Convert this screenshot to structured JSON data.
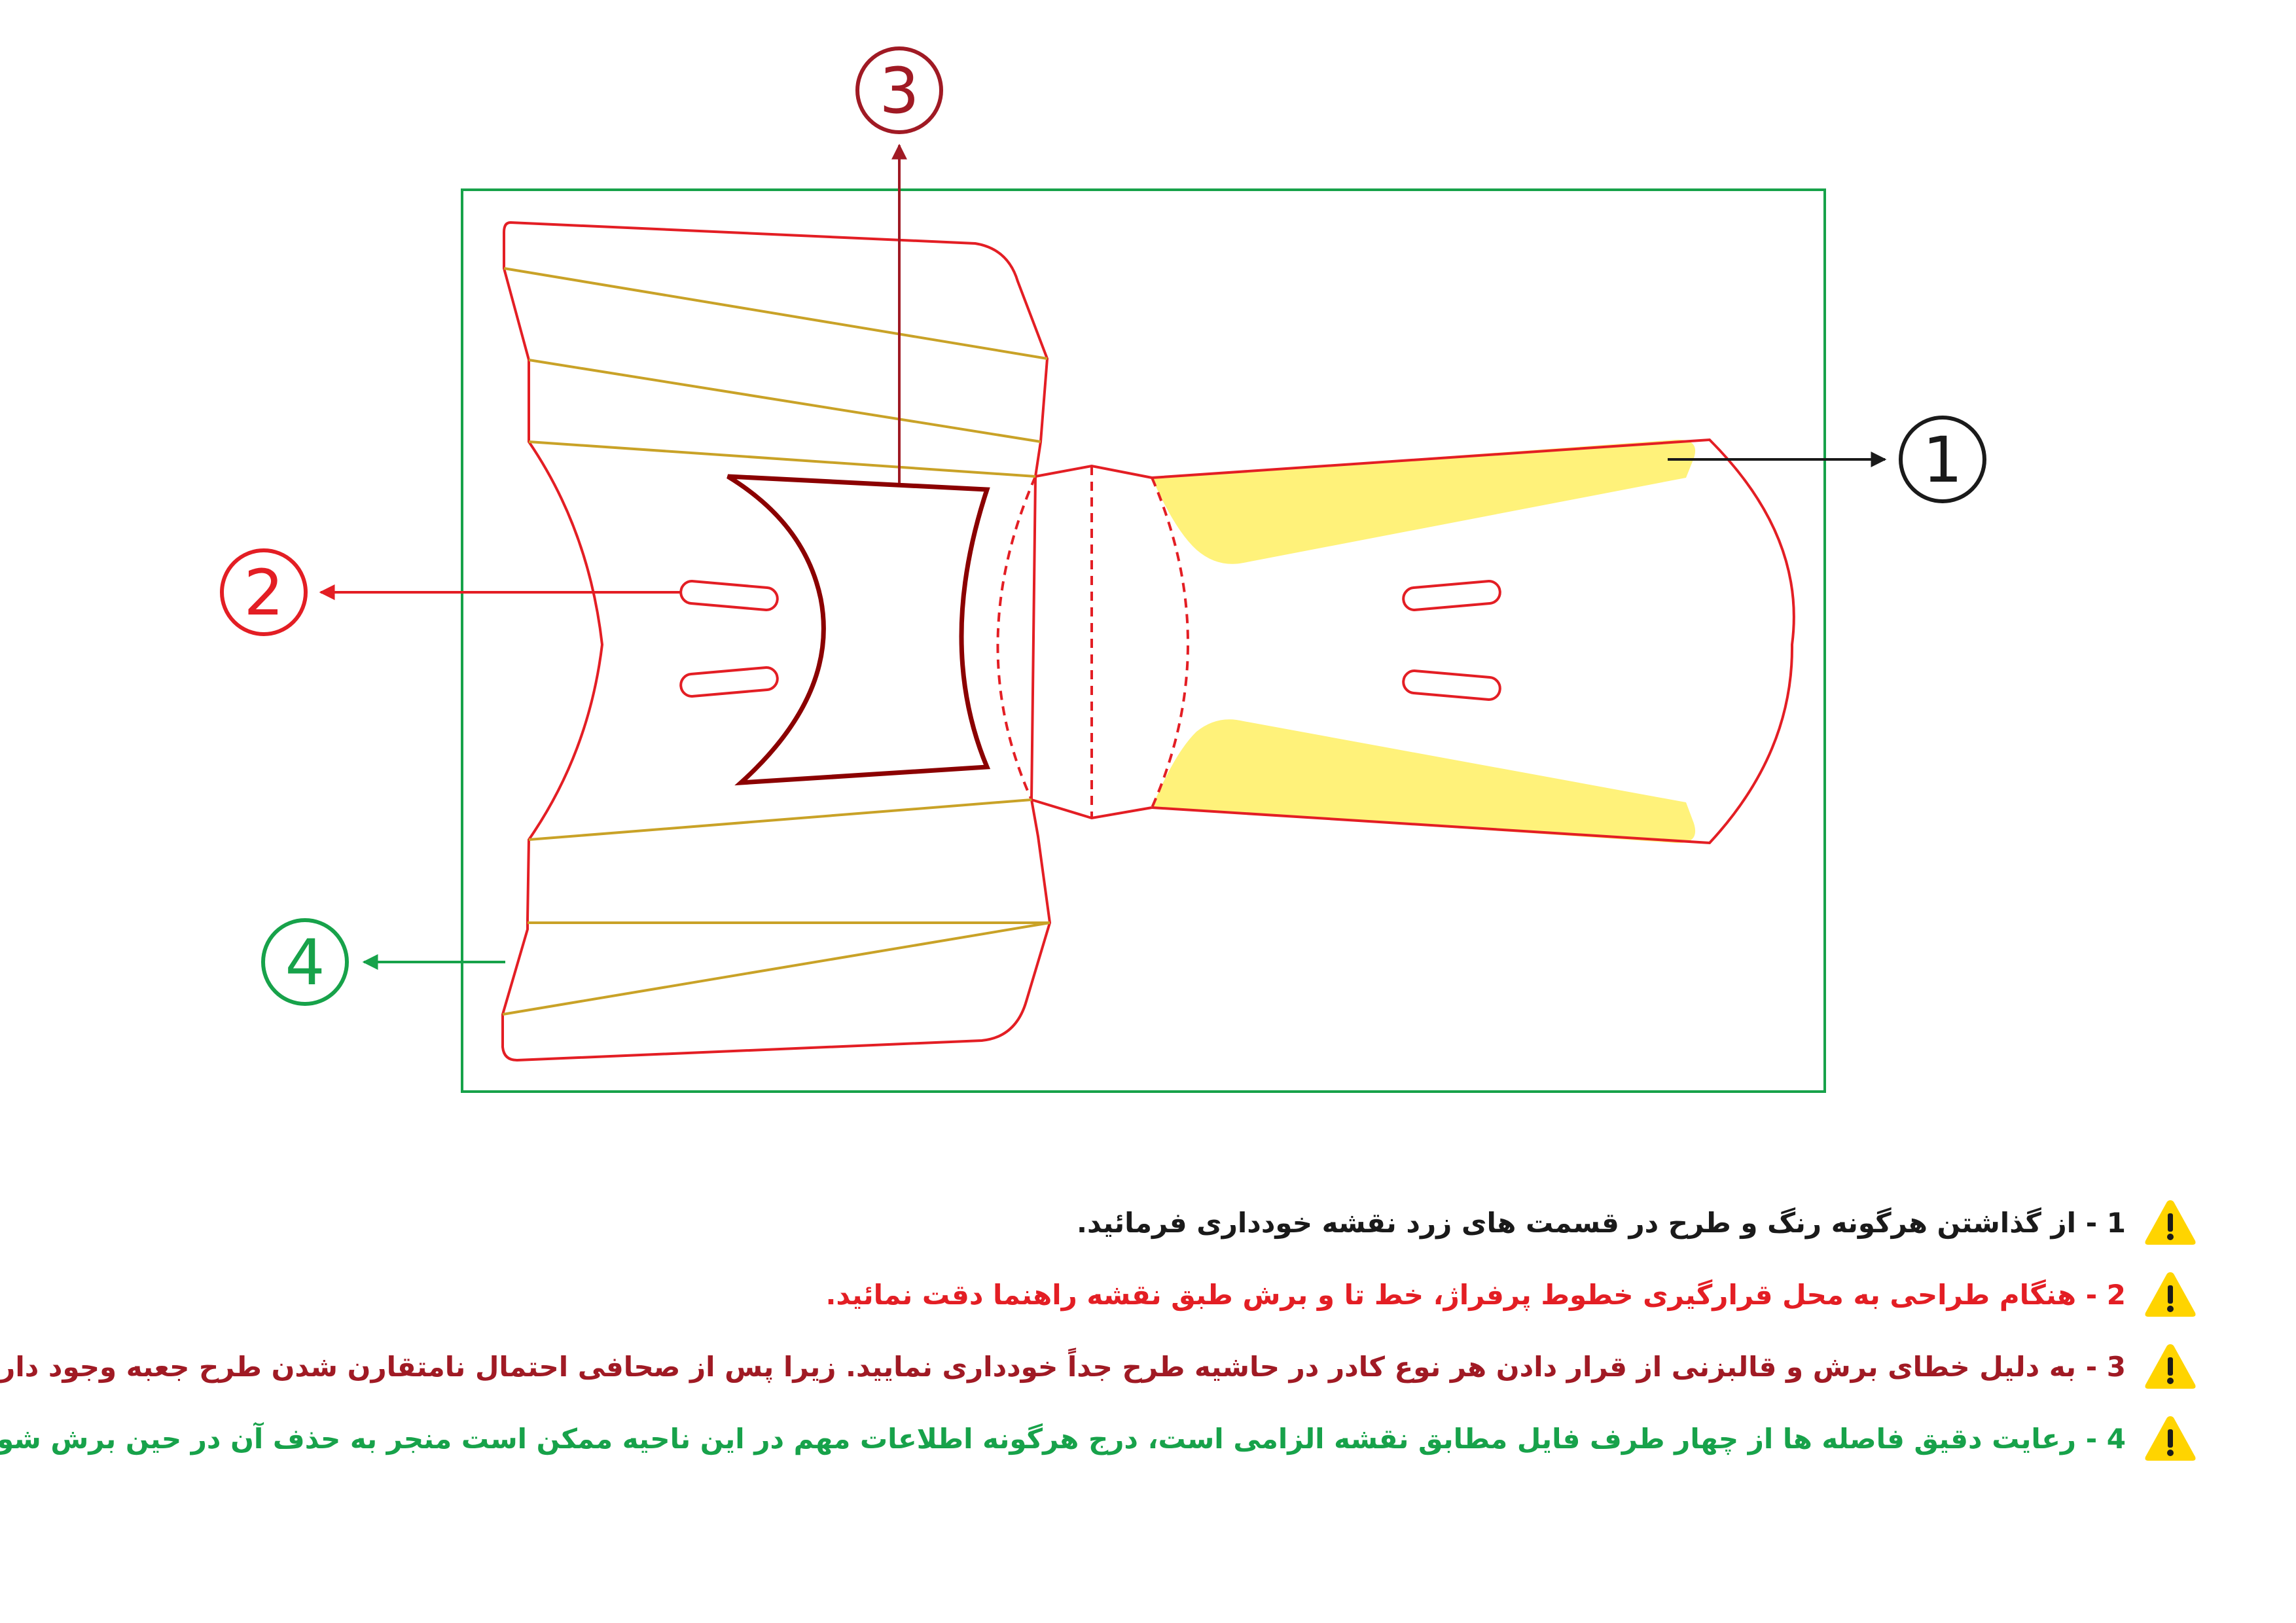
{
  "colors": {
    "cut_line": "#e31e24",
    "fold_line": "#e31e24",
    "perforation_line": "#c9a227",
    "bleed_frame": "#17a24a",
    "design_window": "#8b0000",
    "yellow_zone": "#fff27a",
    "callout_1": "#1a1a1a",
    "callout_2": "#e31e24",
    "callout_3": "#a01a24",
    "callout_4": "#17a24a",
    "warning_fill": "#ffd400"
  },
  "callouts": [
    {
      "id": "1",
      "label": "1",
      "icon": "circle-number"
    },
    {
      "id": "2",
      "label": "2",
      "icon": "circle-number"
    },
    {
      "id": "3",
      "label": "3",
      "icon": "circle-number"
    },
    {
      "id": "4",
      "label": "4",
      "icon": "circle-number"
    }
  ],
  "notes": [
    {
      "icon": "warning-triangle-icon",
      "text": "1 - از گذاشتن هرگونه رنگ و طرح در قسمت های زرد نقشه خودداری فرمائید.",
      "color": "#1a1a1a"
    },
    {
      "icon": "warning-triangle-icon",
      "text": "2 - هنگام طراحی به محل قرارگیری خطوط پرفراژ، خط تا و برش طبق نقشه راهنما دقت نمائید.",
      "color": "#e31e24"
    },
    {
      "icon": "warning-triangle-icon",
      "text": "3 - به دلیل خطای برش و قالبزنی از قرار دادن هر نوع کادر در حاشیه طرح جداً خودداری نمایید. زیرا پس از صحافی احتمال نامتقارن شدن طرح جعبه وجود دارد.",
      "color": "#a01a24"
    },
    {
      "icon": "warning-triangle-icon",
      "text": "4 - رعایت دقیق فاصله ها از چهار طرف فایل مطابق نقشه الزامی است، درج هرگونه اطلاعات مهم در این ناحیه ممکن است منجر به حذف آن در حین برش شود.",
      "color": "#17a24a"
    }
  ]
}
